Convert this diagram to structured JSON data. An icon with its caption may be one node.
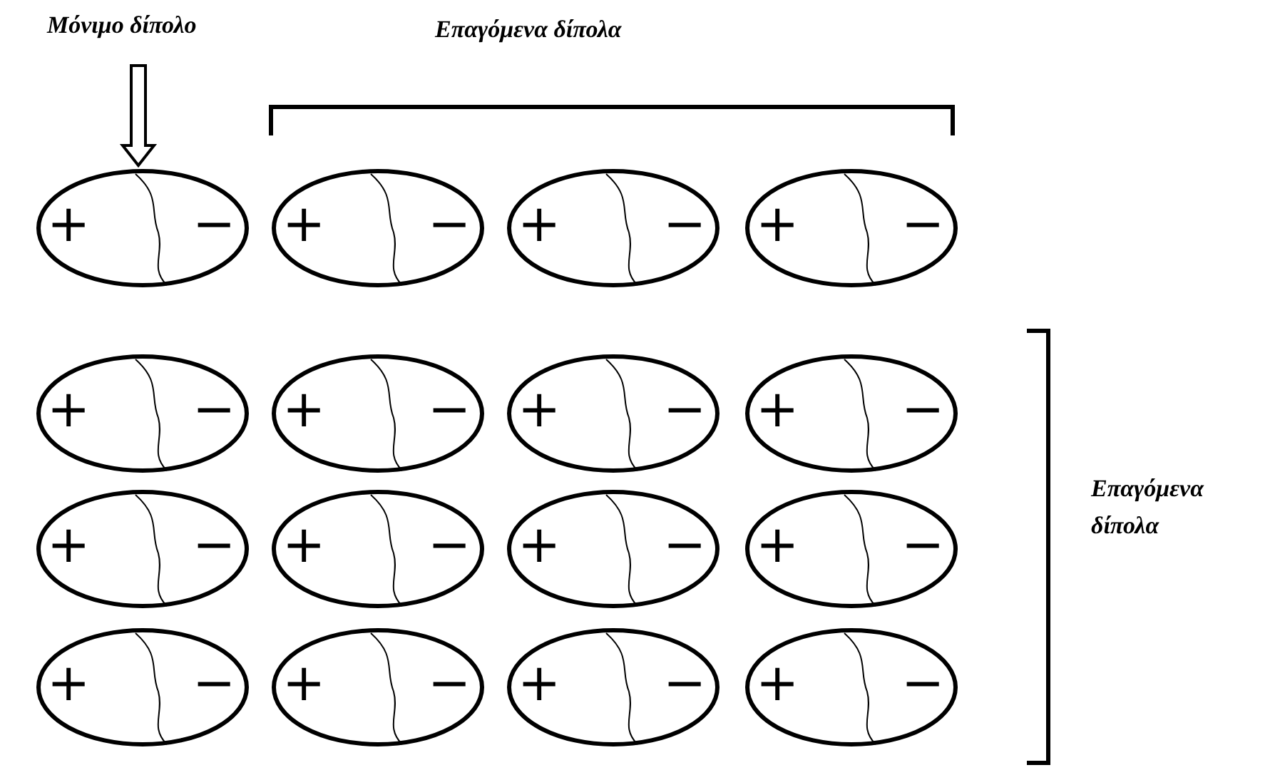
{
  "diagram": {
    "nodes": [
      {
        "text": [
          "Μόνιμο δίπολο"
        ]
      },
      {
        "text": [
          "+",
          "−"
        ]
      },
      {
        "text": [
          "+",
          "−"
        ]
      },
      {
        "text": [
          "+",
          "−"
        ]
      },
      {
        "text": [
          "+",
          "−"
        ]
      },
      {
        "text": [
          "+",
          "−"
        ]
      },
      {
        "text": [
          "+",
          "−"
        ]
      },
      {
        "text": [
          "+",
          "−"
        ]
      },
      {
        "text": [
          "+",
          "−"
        ]
      },
      {
        "text": [
          "+",
          "−"
        ]
      },
      {
        "text": [
          "+",
          "−"
        ]
      },
      {
        "text": [
          "+",
          "−"
        ]
      },
      {
        "text": [
          "+",
          "−"
        ]
      },
      {
        "text": [
          "+",
          "−"
        ]
      },
      {
        "text": [
          "+",
          "−"
        ]
      },
      {
        "text": [
          "+",
          "−"
        ]
      },
      {
        "text": [
          "+",
          "−"
        ]
      }
    ],
    "edges": [
      {
        "from": 0,
        "to": 1,
        "arrow": "to"
      }
    ],
    "labels": [
      "Επαγόμενα δίπολα",
      "Επαγόμενα δίπολα"
    ]
  }
}
